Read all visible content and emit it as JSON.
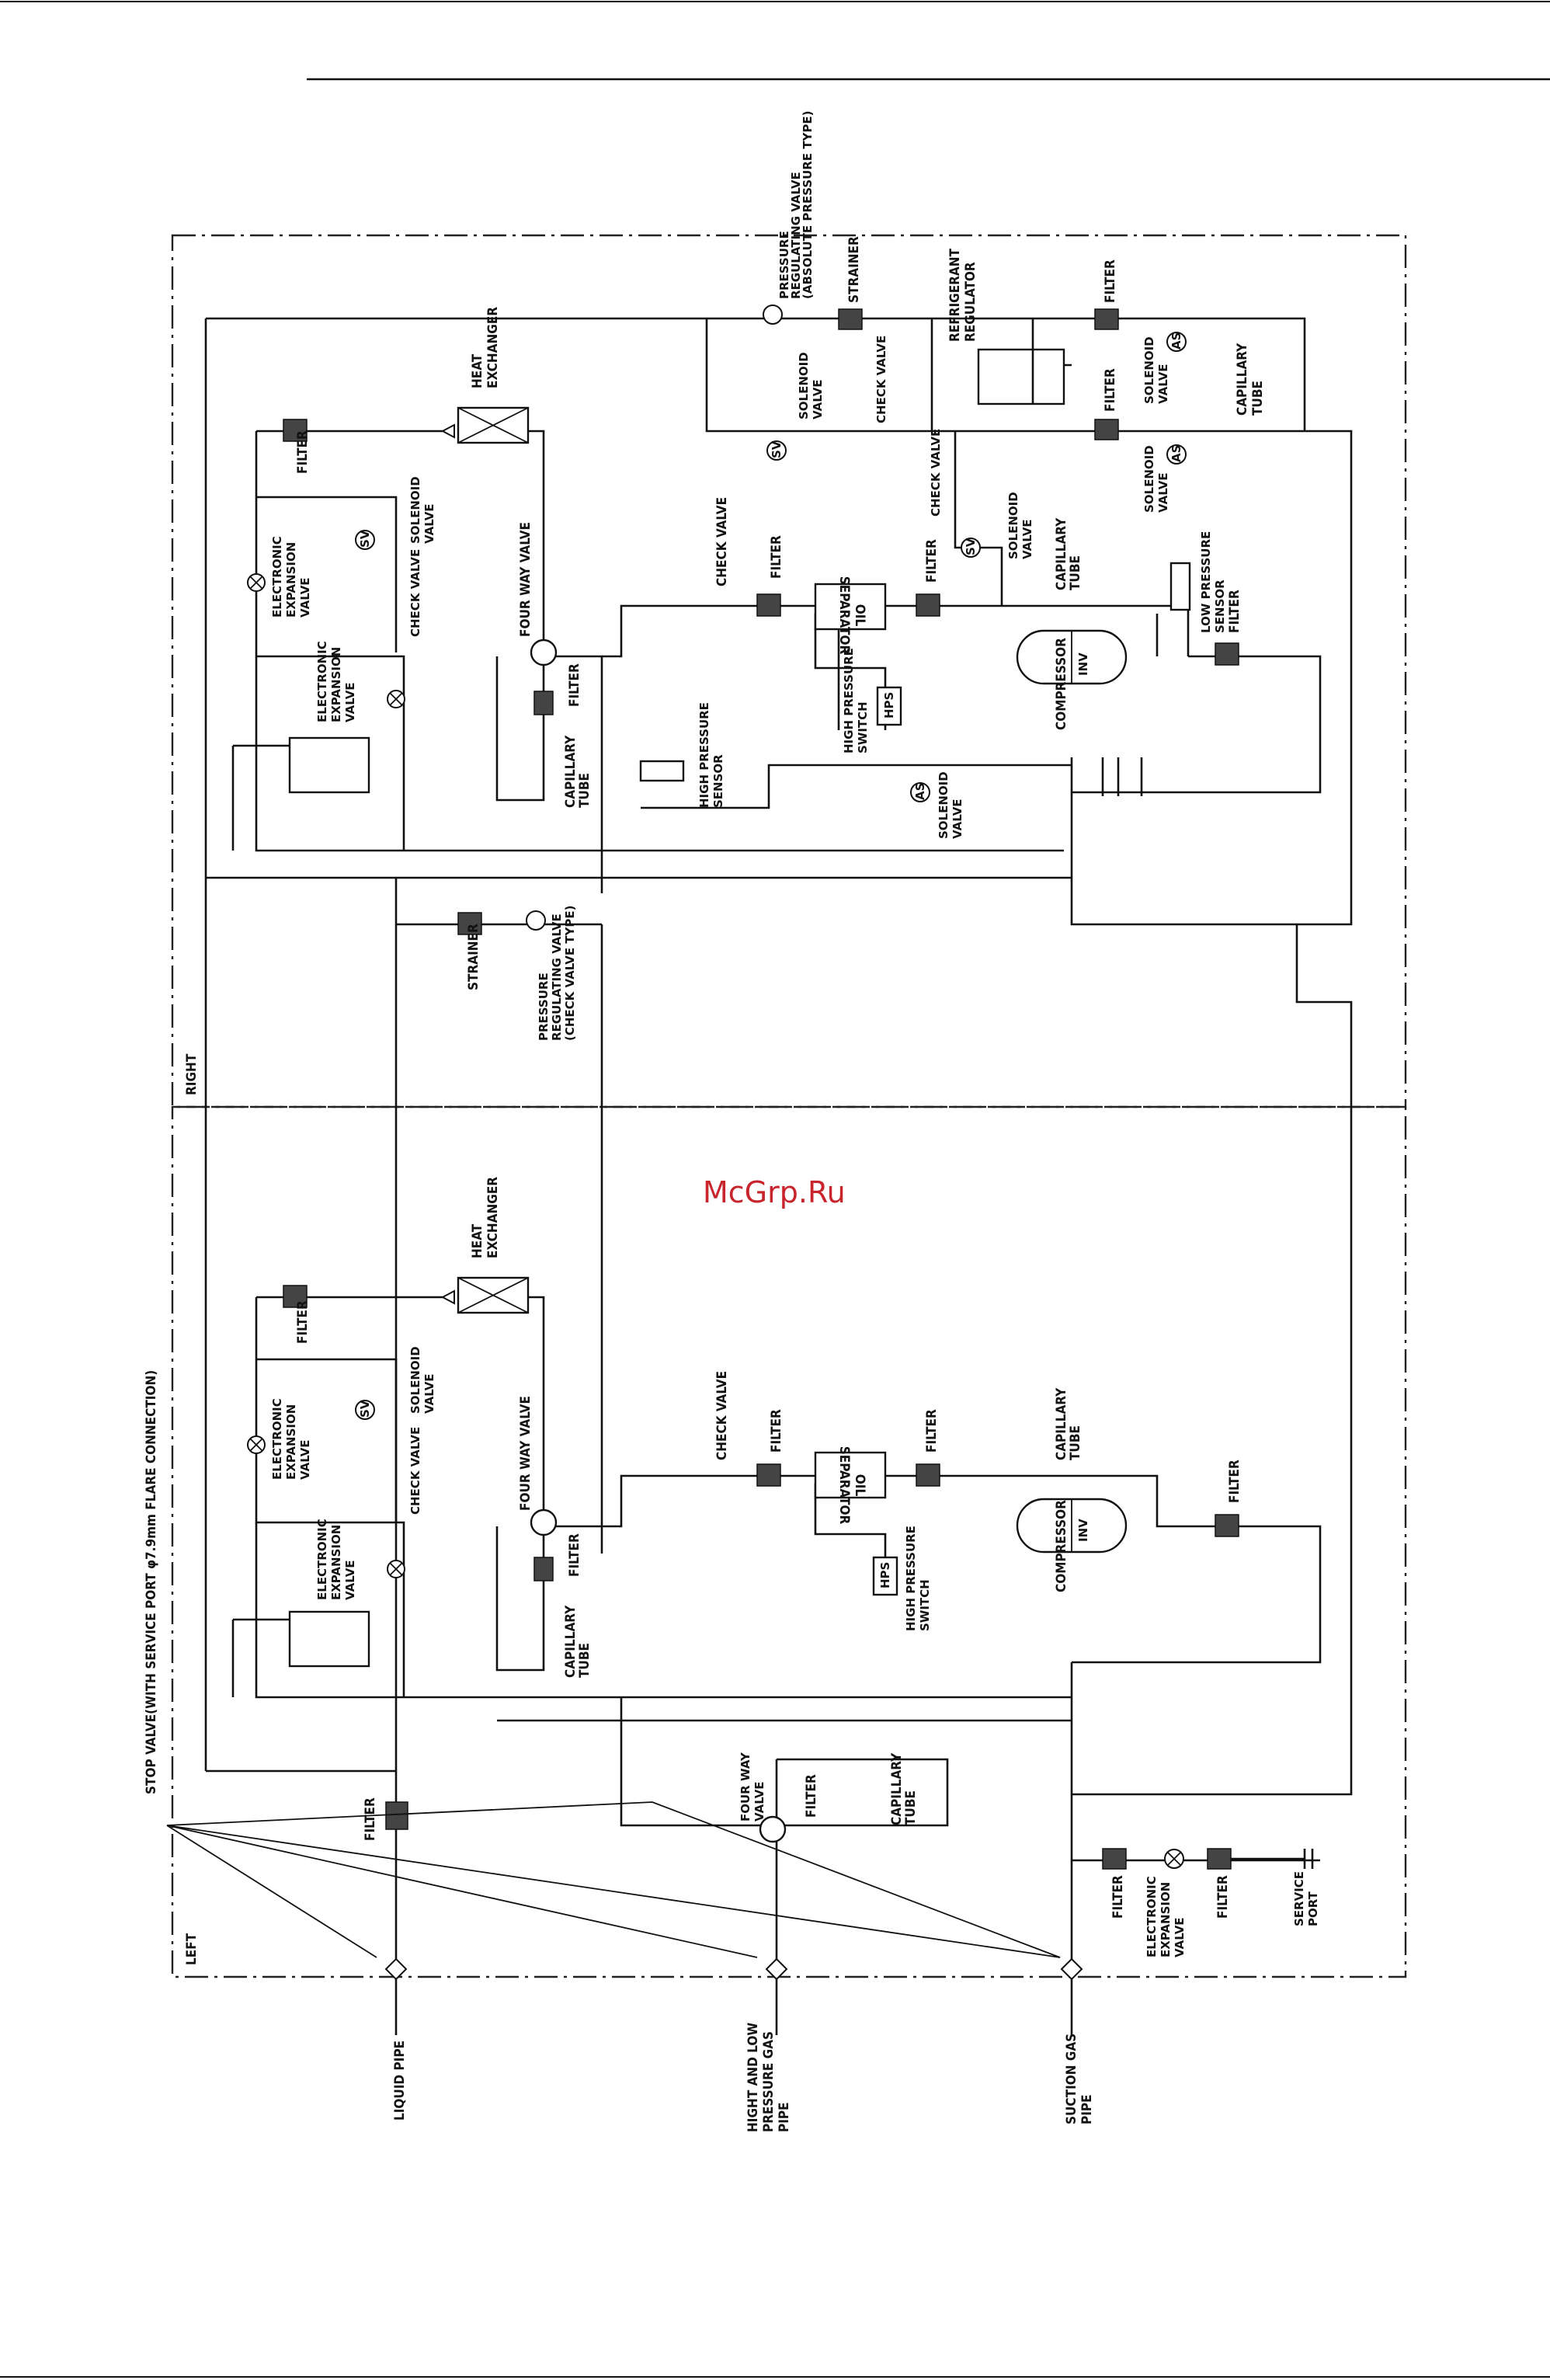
{
  "watermark": "McGrp.Ru",
  "sections": {
    "right": "RIGHT",
    "left": "LEFT"
  },
  "stop_valve_label": "STOP VALVE(WITH SERVICE PORT φ7.9mm FLARE CONNECTION)",
  "pipes": {
    "liquid": "LIQUID PIPE",
    "gas": [
      "HIGHT AND LOW",
      "PRESSURE GAS",
      "PIPE"
    ],
    "suction": [
      "SUCTION GAS",
      "PIPE"
    ]
  },
  "service_port": [
    "SERVICE",
    "PORT"
  ],
  "labels": {
    "filter": "FILTER",
    "strainer": "STRAINER",
    "check_valve": "CHECK VALVE",
    "solenoid_valve": [
      "SOLENOID",
      "VALVE"
    ],
    "electronic_expansion_valve": [
      "ELECTRONIC",
      "EXPANSION",
      "VALVE"
    ],
    "heat_exchanger": [
      "HEAT",
      "EXCHANGER"
    ],
    "four_way_valve": "FOUR WAY VALVE",
    "four_way_valve_2": [
      "FOUR WAY",
      "VALVE"
    ],
    "capillary_tube": [
      "CAPILLARY",
      "TUBE"
    ],
    "oil_separator": [
      "OIL",
      "SEPARATOR"
    ],
    "compressor": "COMPRESSOR",
    "inv": "INV",
    "high_pressure_switch": [
      "HIGH PRESSURE",
      "SWITCH"
    ],
    "hps": "HPS",
    "high_pressure_sensor": [
      "HIGH PRESSURE",
      "SENSOR"
    ],
    "low_pressure_sensor": [
      "LOW PRESSURE",
      "SENSOR"
    ],
    "refrigerant_regulator": [
      "REFRIGERANT",
      "REGULATOR"
    ],
    "pressure_regulating_valve_abs": [
      "PRESSURE",
      "REGULATING VALVE",
      "(ABSOLUTE PRESSURE TYPE)"
    ],
    "pressure_regulating_valve_check": [
      "PRESSURE",
      "REGULATING VALVE",
      "(CHECK VALVE TYPE)"
    ],
    "sv": "SV",
    "as": "AS"
  }
}
